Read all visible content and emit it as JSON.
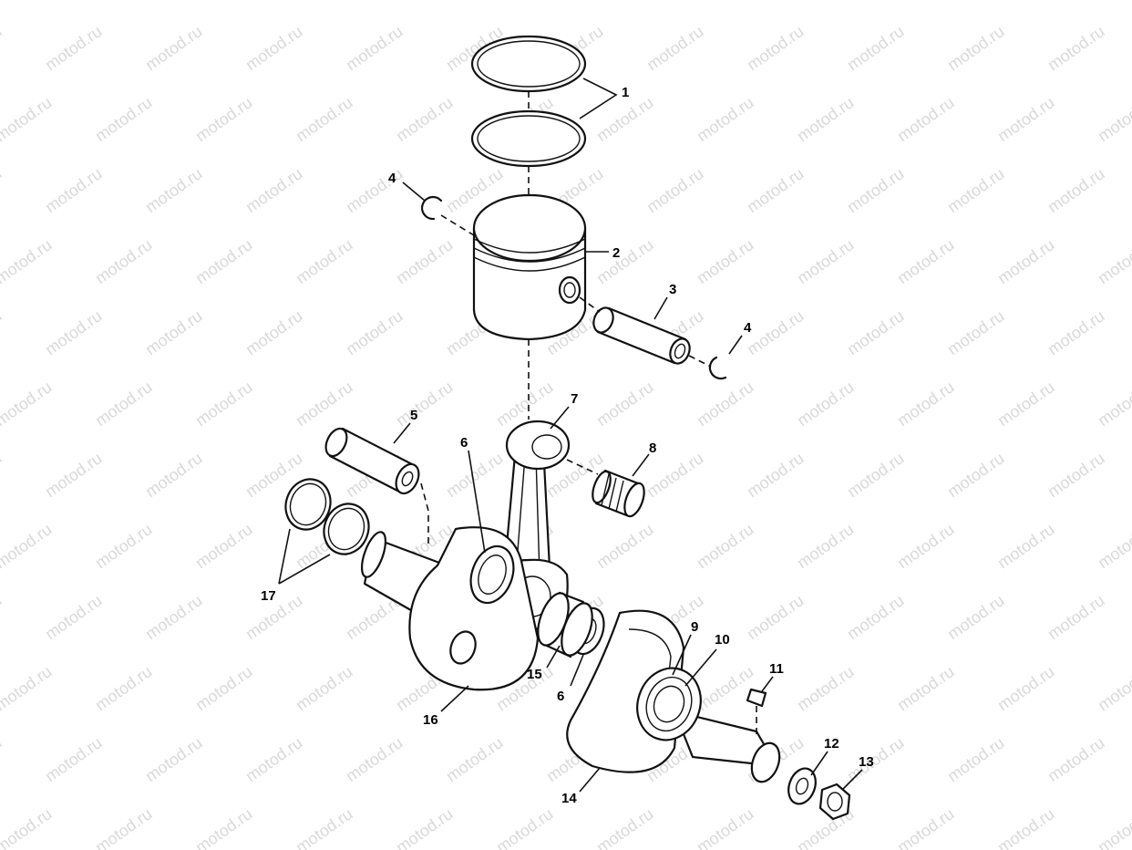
{
  "watermark": "motod.ru",
  "callouts": [
    {
      "id": "1",
      "label": "1"
    },
    {
      "id": "2",
      "label": "2"
    },
    {
      "id": "3",
      "label": "3"
    },
    {
      "id": "4a",
      "label": "4"
    },
    {
      "id": "4b",
      "label": "4"
    },
    {
      "id": "5",
      "label": "5"
    },
    {
      "id": "6a",
      "label": "6"
    },
    {
      "id": "6b",
      "label": "6"
    },
    {
      "id": "7",
      "label": "7"
    },
    {
      "id": "8",
      "label": "8"
    },
    {
      "id": "9",
      "label": "9"
    },
    {
      "id": "10",
      "label": "10"
    },
    {
      "id": "11",
      "label": "11"
    },
    {
      "id": "12",
      "label": "12"
    },
    {
      "id": "13",
      "label": "13"
    },
    {
      "id": "14",
      "label": "14"
    },
    {
      "id": "15",
      "label": "15"
    },
    {
      "id": "16",
      "label": "16"
    },
    {
      "id": "17",
      "label": "17"
    }
  ]
}
